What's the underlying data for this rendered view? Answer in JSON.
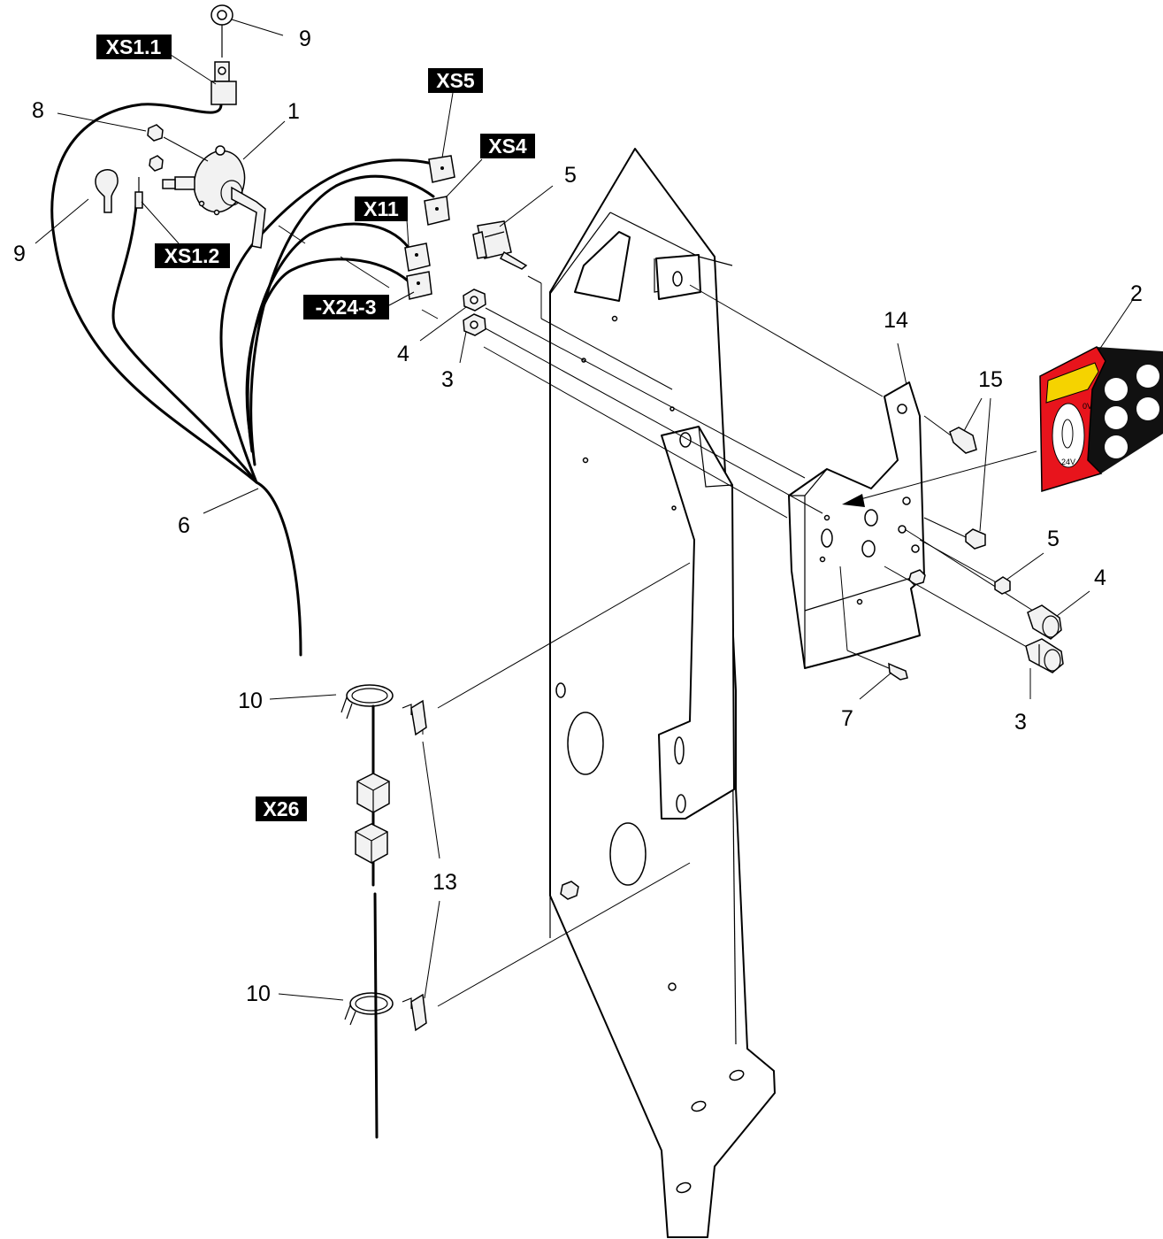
{
  "connector_tags": {
    "xs1_1": "XS1.1",
    "xs1_2": "XS1.2",
    "xs5": "XS5",
    "xs4": "XS4",
    "x11": "X11",
    "x24_3": "-X24-3",
    "x26": "X26"
  },
  "decal": {
    "voltage_0": "0V",
    "voltage_24": "24V",
    "background_color": "#e8141c",
    "warning_color": "#f5d300"
  },
  "callouts": {
    "c9_top": "9",
    "c8": "8",
    "c1": "1",
    "c9_left": "9",
    "c5_top": "5",
    "c4_left": "4",
    "c3_left": "3",
    "c6": "6",
    "c14": "14",
    "c2": "2",
    "c15": "15",
    "c5_right": "5",
    "c4_right": "4",
    "c7": "7",
    "c3_right": "3",
    "c10_top": "10",
    "c13": "13",
    "c10_bottom": "10"
  }
}
